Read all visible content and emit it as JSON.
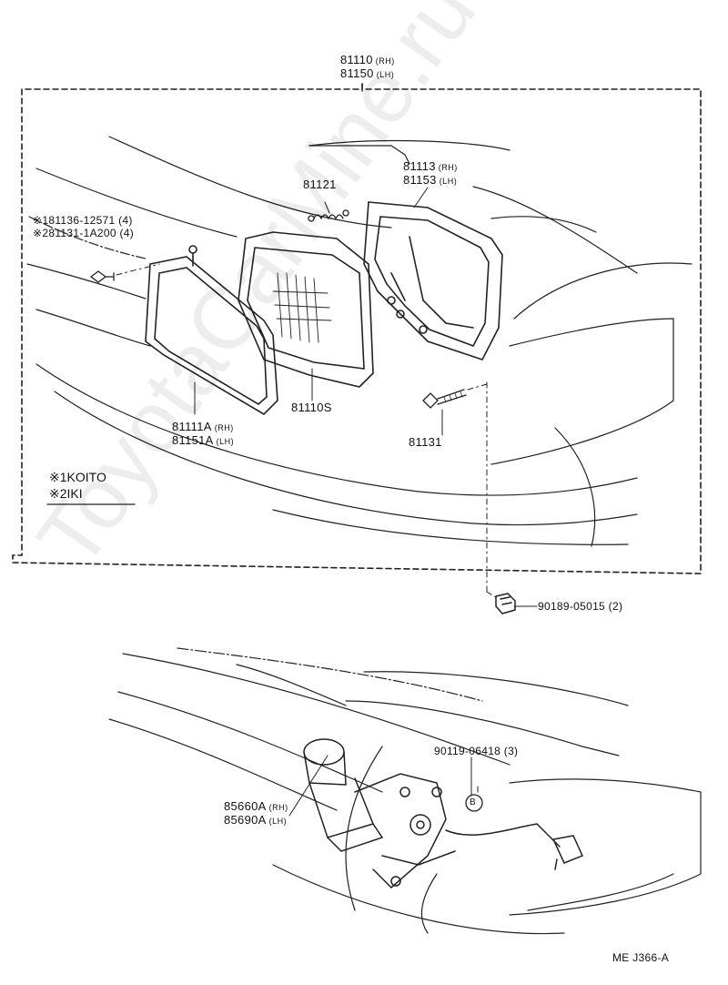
{
  "labels": {
    "assy_rh": "81110",
    "assy_lh": "81150",
    "rim_rh": "81113",
    "rim_lh": "81153",
    "spring": "81121",
    "screw1": "81136-12571 (4)",
    "screw2": "81131-1A200 (4)",
    "screw1_mark": "※1",
    "screw2_mark": "※2",
    "ring_rh": "81111A",
    "ring_lh": "81151A",
    "bulb": "81110S",
    "adjust_screw": "81131",
    "nut": "90189-05015 (2)",
    "bolt": "90119-06418 (3)",
    "motor_rh": "85660A",
    "motor_lh": "85690A",
    "ref_b": "B",
    "rh": "(RH)",
    "lh": "(LH)"
  },
  "legend": {
    "koito_mark": "※1",
    "koito": "KOITO",
    "iki_mark": "※2",
    "iki": "IKI"
  },
  "footer": {
    "code": "ME  J366-A"
  },
  "watermark": "ToyotaCarMine.ru"
}
